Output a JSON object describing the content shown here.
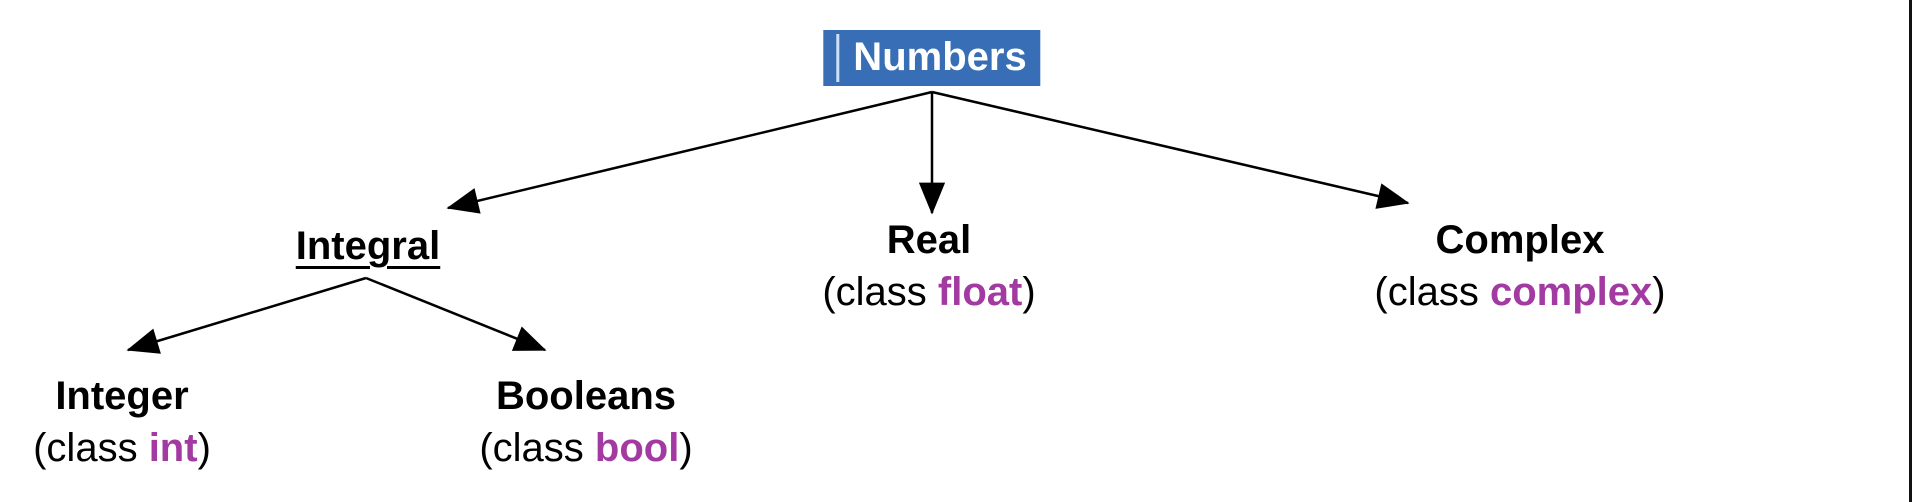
{
  "diagram": {
    "root": {
      "label": "Numbers"
    },
    "level1": [
      {
        "label": "Integral"
      },
      {
        "label": "Real",
        "class_open": "(class ",
        "class_name": "float",
        "class_close": ")"
      },
      {
        "label": "Complex",
        "class_open": "(class ",
        "class_name": "complex",
        "class_close": ")"
      }
    ],
    "level2": [
      {
        "label": "Integer",
        "class_open": "(class ",
        "class_name": "int",
        "class_close": ")"
      },
      {
        "label": "Booleans",
        "class_open": "(class ",
        "class_name": "bool",
        "class_close": ")"
      }
    ],
    "colors": {
      "highlight_bg": "#386EB5",
      "highlight_text": "#ffffff",
      "class_name_color": "#A23AA2",
      "text_color": "#000000",
      "arrow_color": "#000000",
      "window_edge": "#111111"
    }
  }
}
